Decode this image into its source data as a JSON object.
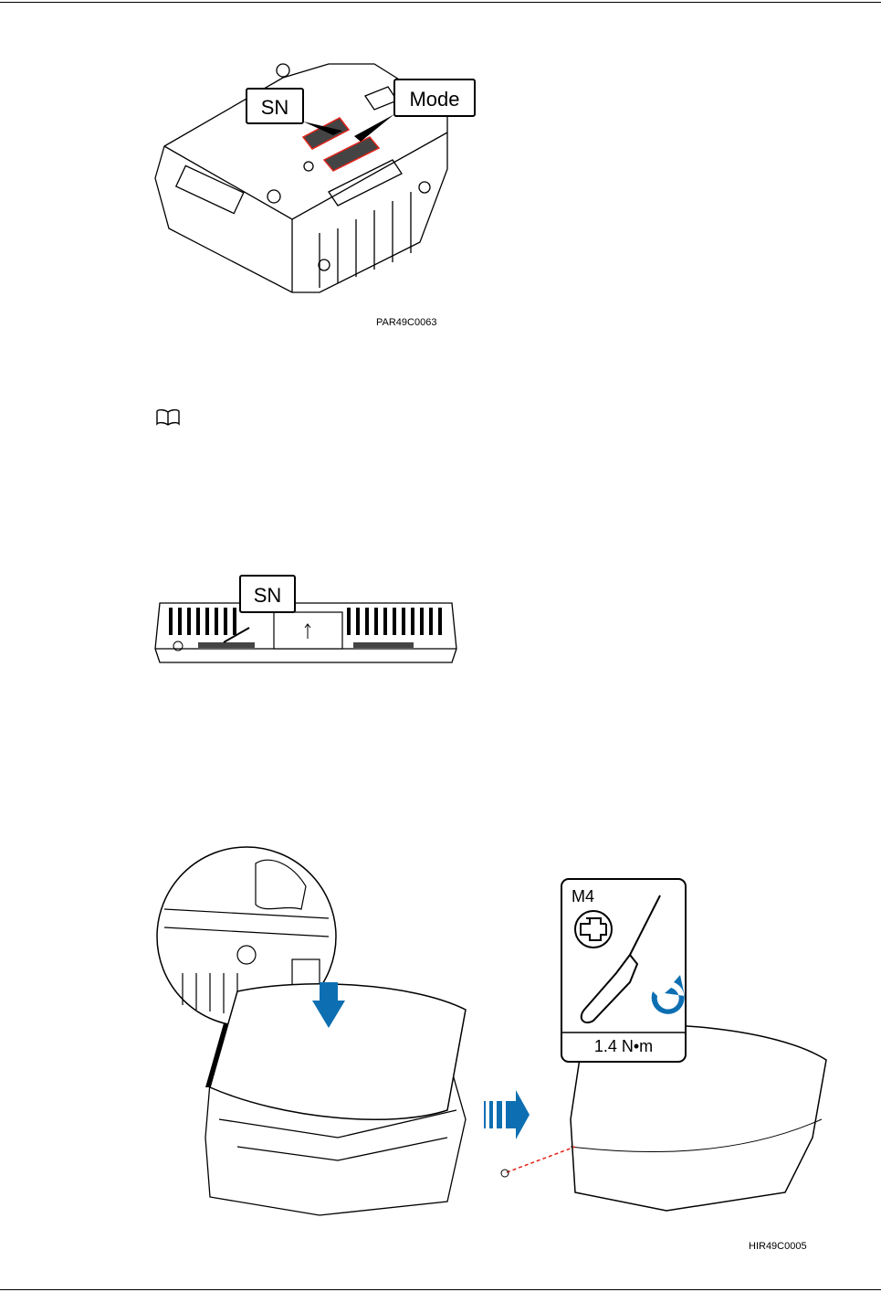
{
  "figure1": {
    "callout_sn": "SN",
    "callout_mode": "Mode",
    "code": "PAR49C0063"
  },
  "note_icon": "book-icon",
  "figure2": {
    "callout_sn": "SN"
  },
  "figure3": {
    "screw_size": "M4",
    "torque": "1.4 N•m",
    "code": "HIR49C0005"
  },
  "colors": {
    "accent_blue": "#0d6fb2",
    "label_red": "#e2231a",
    "line": "#000000"
  }
}
